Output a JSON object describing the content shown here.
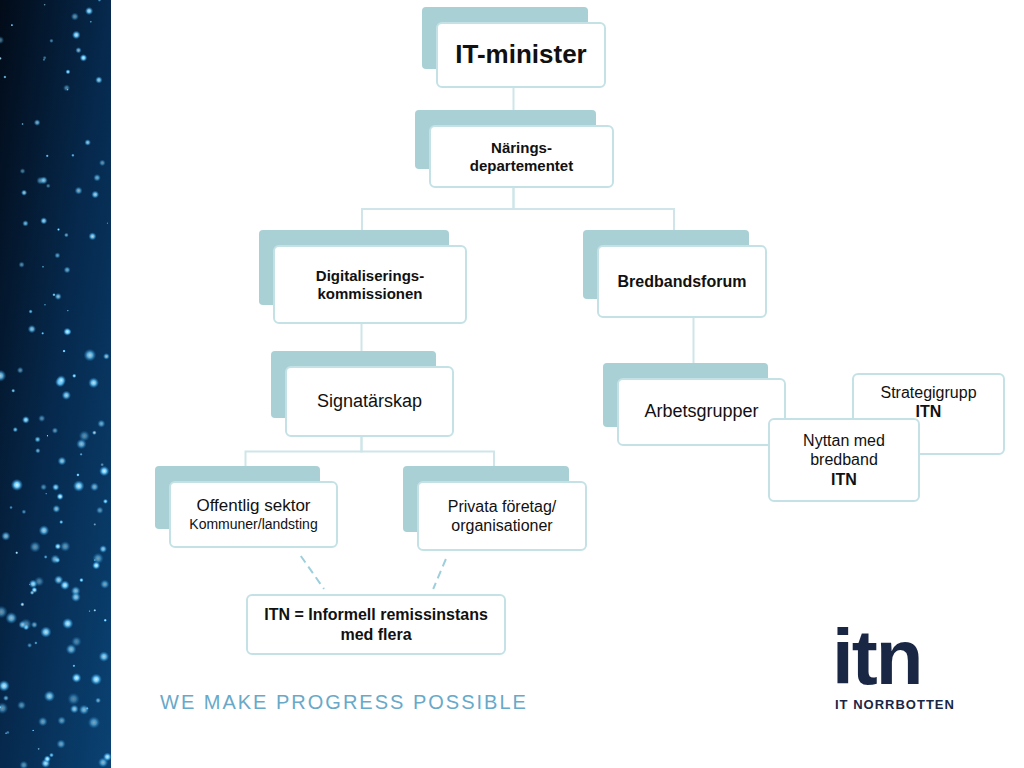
{
  "diagram": {
    "nodes": [
      {
        "text": [
          "IT-minister"
        ]
      },
      {
        "text": [
          "Närings- departementet"
        ]
      },
      {
        "text": [
          "Digitaliserings- kommissionen"
        ]
      },
      {
        "text": [
          "Bredbandsforum"
        ]
      },
      {
        "text": [
          "Signatärskap"
        ]
      },
      {
        "text": [
          "Arbetsgrupper"
        ]
      },
      {
        "text": [
          "Strategigrupp",
          "ITN"
        ]
      },
      {
        "text": [
          "Nyttan med bredband",
          "ITN"
        ]
      },
      {
        "text": [
          "Offentlig sektor",
          "Kommuner/landsting"
        ]
      },
      {
        "text": [
          "Privata företag/ organisationer"
        ]
      },
      {
        "text": [
          "ITN = Informell remissinstans med flera"
        ]
      }
    ],
    "edges": [
      {
        "from": 0,
        "to": 1,
        "arrow": "none"
      },
      {
        "from": 1,
        "to": 2,
        "arrow": "none"
      },
      {
        "from": 1,
        "to": 3,
        "arrow": "none"
      },
      {
        "from": 2,
        "to": 4,
        "arrow": "none"
      },
      {
        "from": 3,
        "to": 5,
        "arrow": "none"
      },
      {
        "from": 4,
        "to": 8,
        "arrow": "none"
      },
      {
        "from": 4,
        "to": 9,
        "arrow": "none"
      },
      {
        "from": 8,
        "to": 10,
        "arrow": "none"
      },
      {
        "from": 9,
        "to": 10,
        "arrow": "none"
      }
    ],
    "labels": [
      "WE MAKE PROGRESS POSSIBLE",
      "itn",
      "IT NORRBOTTEN"
    ]
  }
}
